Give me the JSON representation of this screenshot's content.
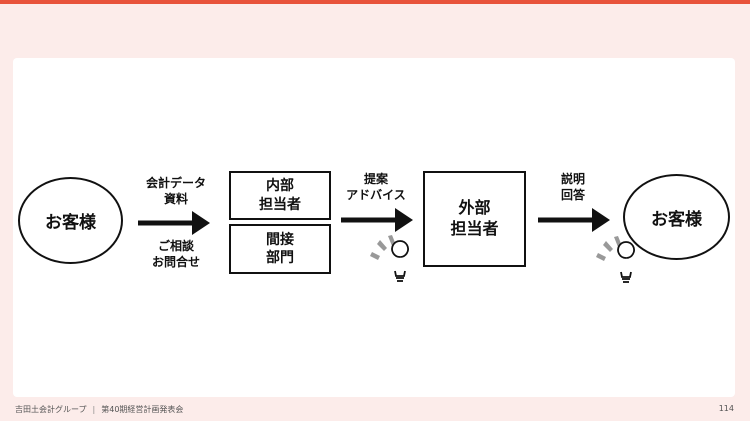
{
  "diagram": {
    "customer_left": "お客様",
    "customer_right": "お客様",
    "label_accounting": [
      "会計データ",
      "資料"
    ],
    "label_consult": [
      "ご相談",
      "お問合せ"
    ],
    "internal_staff": [
      "内部",
      "担当者"
    ],
    "indirect_dept": [
      "間接",
      "部門"
    ],
    "label_proposal": [
      "提案",
      "アドバイス"
    ],
    "external_staff": [
      "外部",
      "担当者"
    ],
    "label_explain": [
      "説明",
      "回答"
    ]
  },
  "footer": {
    "company": "吉田土会計グループ",
    "separator": "|",
    "event": "第40期経営計画発表会",
    "page_number": "114"
  },
  "colors": {
    "accent": "#e8533b",
    "background": "#fcecea",
    "card": "#ffffff",
    "stroke": "#111111"
  },
  "icons": [
    "right-arrow-icon",
    "lightbulb-idea-icon"
  ]
}
